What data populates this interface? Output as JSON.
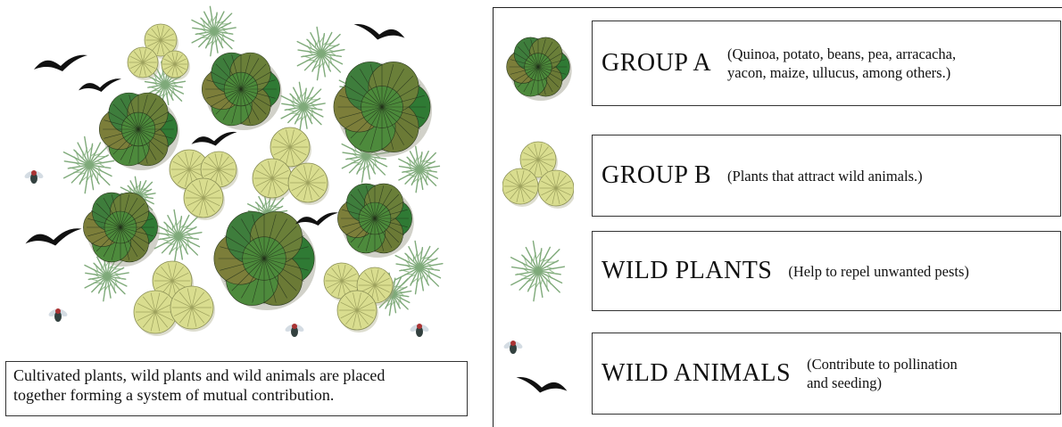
{
  "caption": {
    "lines": [
      "Cultivated plants, wild plants and wild animals are placed",
      "together forming a system of mutual contribution."
    ]
  },
  "legend": {
    "items": [
      {
        "title": "GROUP A",
        "desc_lines": [
          "(Quinoa, potato, beans, pea, arracacha,",
          "yacon, maize, ullucus, among others.)"
        ],
        "icon": "group-a-plant-icon"
      },
      {
        "title": "GROUP B",
        "desc_lines": [
          "(Plants that attract wild animals.)"
        ],
        "icon": "group-b-plant-icon"
      },
      {
        "title": "WILD PLANTS",
        "desc_lines": [
          "(Help to repel unwanted pests)"
        ],
        "icon": "wild-plant-icon"
      },
      {
        "title": "WILD ANIMALS",
        "desc_lines": [
          "(Contribute to pollination",
          "and seeding)"
        ],
        "icon": "wild-animal-icon"
      }
    ]
  },
  "colors": {
    "group_a_dark": "#2f7a34",
    "group_a_olive": "#6b7a36",
    "group_b_light": "#d9dd8f",
    "group_b_mid": "#c3cc7a",
    "wild_plant": "#7faa7a",
    "bird": "#111111"
  }
}
